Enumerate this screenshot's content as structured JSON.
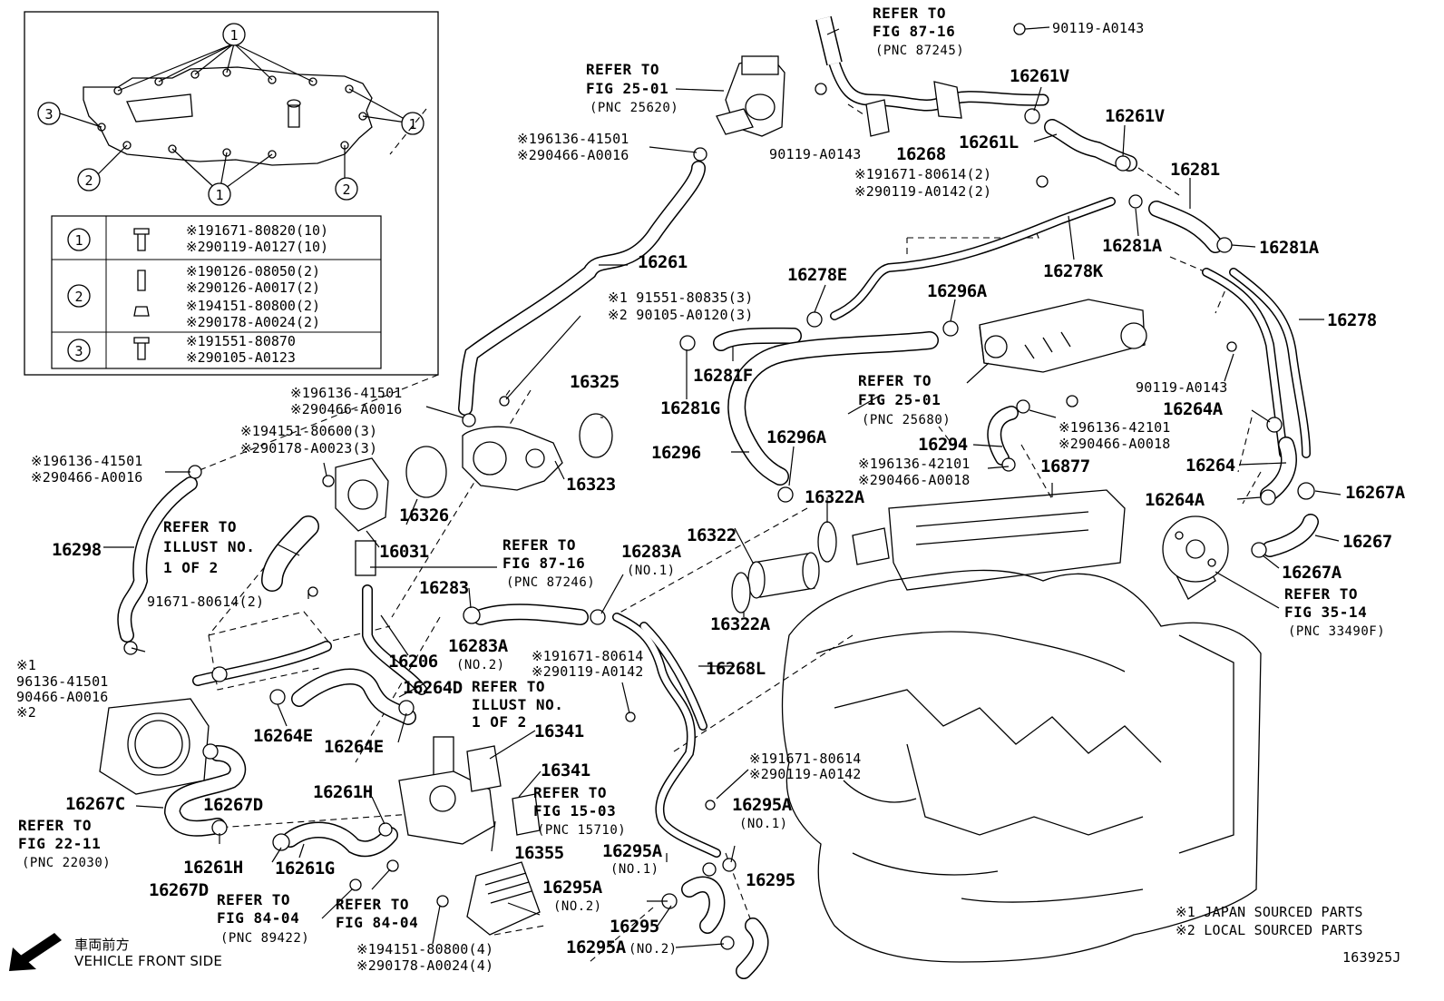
{
  "inset": {
    "callouts": [
      "1",
      "2",
      "3"
    ],
    "table": [
      {
        "ref": "1",
        "lines": [
          "※191671-80820(10)",
          "※290119-A0127(10)"
        ]
      },
      {
        "ref": "2",
        "lines": [
          "※190126-08050(2)",
          "※290126-A0017(2)",
          "※194151-80800(2)",
          "※290178-A0024(2)"
        ]
      },
      {
        "ref": "3",
        "lines": [
          "※191551-80870",
          "※290105-A0123"
        ]
      }
    ]
  },
  "labels": {
    "p16261": "16261",
    "p16261V_a": "16261V",
    "p16261V_b": "16261V",
    "p16261L": "16261L",
    "p16268": "16268",
    "p16281": "16281",
    "p16281A_a": "16281A",
    "p16281A_b": "16281A",
    "p16278K": "16278K",
    "p16278E": "16278E",
    "p16296A_a": "16296A",
    "p16278": "16278",
    "p16281F": "16281F",
    "p16281G": "16281G",
    "p16325": "16325",
    "p16323": "16323",
    "p16296": "16296",
    "p16296A_b": "16296A",
    "p16294": "16294",
    "p16877": "16877",
    "p16264A_a": "16264A",
    "p16264": "16264",
    "p16264A_b": "16264A",
    "p16267A_a": "16267A",
    "p16267": "16267",
    "p16267A_b": "16267A",
    "p16322A_a": "16322A",
    "p16322": "16322",
    "p16322A_b": "16322A",
    "p16326": "16326",
    "p16031": "16031",
    "p16298": "16298",
    "p16283": "16283",
    "p16283A_a": "16283A",
    "p16283A_b": "16283A",
    "p16206": "16206",
    "p16264D": "16264D",
    "p16268L": "16268L",
    "p16264E_a": "16264E",
    "p16264E_b": "16264E",
    "p16341_a": "16341",
    "p16341_b": "16341",
    "p16261H_a": "16261H",
    "p16261H_b": "16261H",
    "p16261G": "16261G",
    "p16267C": "16267C",
    "p16267D_a": "16267D",
    "p16267D_b": "16267D",
    "p16355": "16355",
    "p16295A_a": "16295A",
    "p16295A_b": "16295A",
    "p16295A_c": "16295A",
    "p16295A_d": "16295A",
    "p16295_a": "16295",
    "p16295_b": "16295",
    "no1_a": "(NO.1)",
    "no1_b": "(NO.1)",
    "no1_c": "(NO.1)",
    "no2_a": "(NO.2)",
    "no2_b": "(NO.2)",
    "no2_c": "(NO.2)"
  },
  "fasteners": {
    "f90119_a": "90119-A0143",
    "f90119_b": "90119-A0143",
    "f90119_c": "90119-A0143",
    "g1": [
      "※191671-80614(2)",
      "※290119-A0142(2)"
    ],
    "g2": [
      "※196136-41501",
      "※290466-A0016"
    ],
    "g3": [
      "※1 91551-80835(3)",
      "※2 90105-A0120(3)"
    ],
    "g4": [
      "※196136-41501",
      "※290466-A0016"
    ],
    "g5": [
      "※194151-80600(3)",
      "※290178-A0023(3)"
    ],
    "g6": [
      "※196136-41501",
      "※290466-A0016"
    ],
    "g7": [
      "※196136-42101",
      "※290466-A0018"
    ],
    "g8": [
      "※196136-42101",
      "※290466-A0018"
    ],
    "g9": [
      "※1",
      "96136-41501",
      "90466-A0016",
      "※2"
    ],
    "g10": [
      "※191671-80614",
      "※290119-A0142"
    ],
    "g11": [
      "※191671-80614",
      "※290119-A0142"
    ],
    "g12": [
      "※194151-80800(4)",
      "※290178-A0024(4)"
    ],
    "f91671": "91671-80614(2)"
  },
  "refs": {
    "r1": [
      "REFER TO",
      "FIG 87-16",
      "(PNC 87245)"
    ],
    "r2": [
      "REFER TO",
      "FIG 25-01",
      "(PNC 25620)"
    ],
    "r3": [
      "REFER TO",
      "FIG 25-01",
      "(PNC 25680)"
    ],
    "r4": [
      "REFER TO",
      "ILLUST NO.",
      "1 OF 2"
    ],
    "r5": [
      "REFER TO",
      "FIG 87-16",
      "(PNC 87246)"
    ],
    "r6": [
      "REFER TO",
      "ILLUST NO.",
      "1 OF 2"
    ],
    "r7": [
      "REFER TO",
      "FIG 15-03",
      "(PNC 15710)"
    ],
    "r8": [
      "REFER TO",
      "FIG 35-14",
      "(PNC 33490F)"
    ],
    "r9": [
      "REFER TO",
      "FIG 22-11",
      "(PNC 22030)"
    ],
    "r10": [
      "REFER TO",
      "FIG 84-04",
      "(PNC 89422)"
    ],
    "r11": [
      "REFER TO",
      "FIG 84-04"
    ]
  },
  "notes": {
    "n1": "※1 JAPAN SOURCED PARTS",
    "n2": "※2 LOCAL SOURCED PARTS",
    "front_jp": "車両前方",
    "front_en": "VEHICLE FRONT SIDE",
    "figure_id": "163925J"
  },
  "icons": {
    "front_arrow": "arrow-down-left-icon"
  }
}
